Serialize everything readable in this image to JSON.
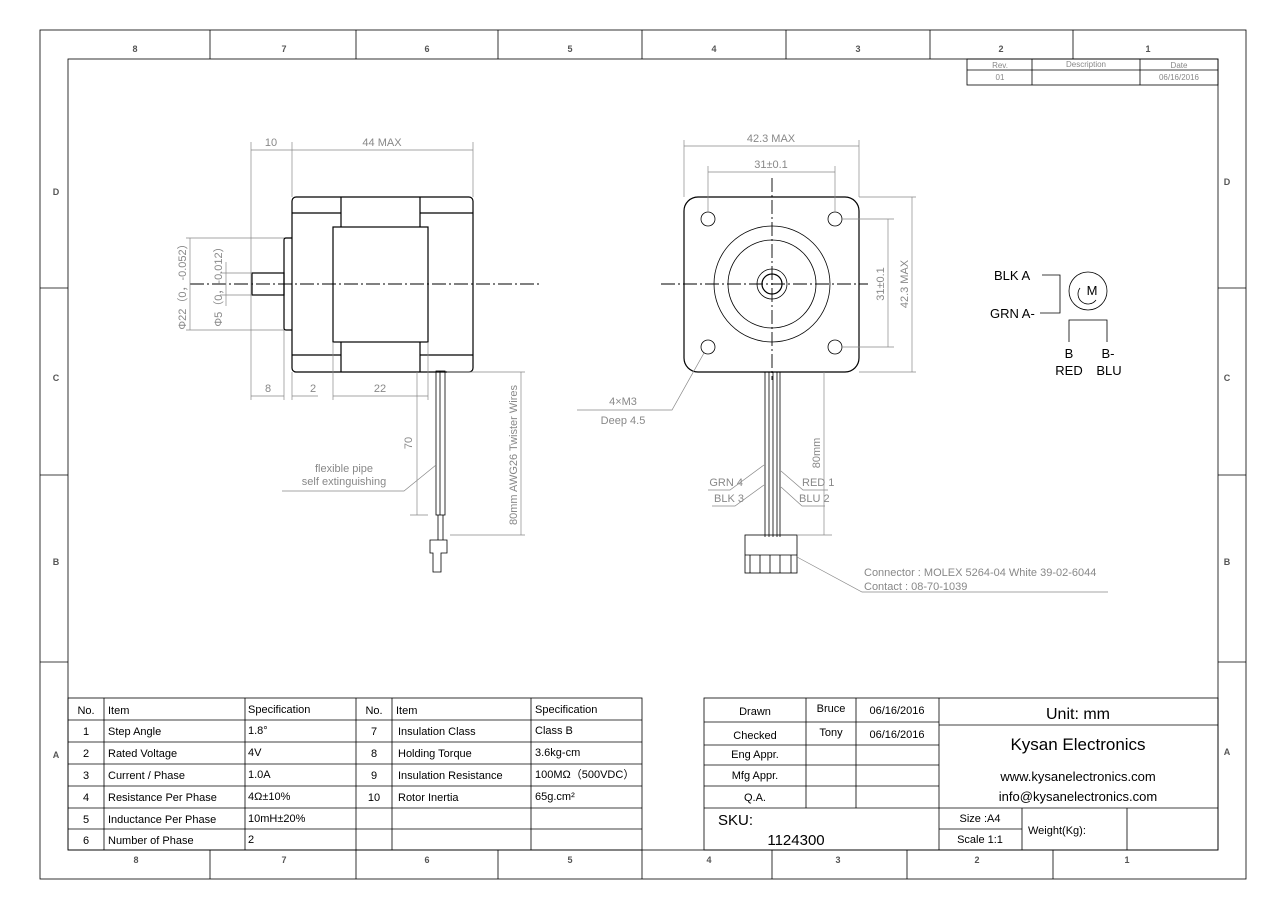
{
  "zones": {
    "columns": [
      "8",
      "7",
      "6",
      "5",
      "4",
      "3",
      "2",
      "1"
    ],
    "rows": [
      "D",
      "C",
      "B",
      "A"
    ]
  },
  "revision": {
    "headers": [
      "Rev.",
      "Description",
      "Date"
    ],
    "rev": "01",
    "description": "",
    "date": "06/16/2016"
  },
  "side_view": {
    "dim_shaft_len": "10",
    "dim_body_len": "44 MAX",
    "dim_phi22": "Φ22（0，-0.052）",
    "dim_phi5": "Φ5（0，-0.012）",
    "dim_8": "8",
    "dim_2": "2",
    "dim_22": "22",
    "dim_70": "70",
    "wire_label": "80mm AWG26 Twister Wires",
    "pipe_note_1": "flexible pipe",
    "pipe_note_2": "self  extinguishing"
  },
  "front_view": {
    "dim_width": "42.3 MAX",
    "dim_hole_spacing": "31±0.1",
    "dim_height": "42.3 MAX",
    "dim_hole_spacing_v": "31±0.1",
    "hole_note_1": "4×M3",
    "hole_note_2": "Deep 4.5",
    "dim_80": "80mm",
    "wire_grn": "GRN 4",
    "wire_blk": "BLK 3",
    "wire_red": "RED 1",
    "wire_blu": "BLU 2",
    "connector_note": "Connector :  MOLEX 5264-04  White 39-02-6044",
    "contact_note": "Contact : 08-70-1039"
  },
  "wiring": {
    "blk_a": "BLK A",
    "grn_a": "GRN A-",
    "motor": "M",
    "b": "B",
    "b_minus": "B-",
    "red": "RED",
    "blu": "BLU"
  },
  "spec_table": {
    "headers": [
      "No.",
      "Item",
      "Specification",
      "No.",
      "Item",
      "Specification"
    ],
    "left": [
      [
        "1",
        "Step Angle",
        "1.8°"
      ],
      [
        "2",
        "Rated Voltage",
        "4V"
      ],
      [
        "3",
        "Current / Phase",
        "1.0A"
      ],
      [
        "4",
        "Resistance Per Phase",
        "4Ω±10%"
      ],
      [
        "5",
        "Inductance Per Phase",
        "10mH±20%"
      ],
      [
        "6",
        "Number of Phase",
        "2"
      ]
    ],
    "right": [
      [
        "7",
        "Insulation Class",
        "Class  B"
      ],
      [
        "8",
        "Holding Torque",
        "3.6kg-cm"
      ],
      [
        "9",
        "Insulation Resistance",
        "100MΩ（500VDC）"
      ],
      [
        "10",
        "Rotor Inertia",
        "65g.cm²"
      ]
    ]
  },
  "title_block": {
    "rows": [
      [
        "Drawn",
        "Bruce",
        "06/16/2016"
      ],
      [
        "Checked",
        "Tony",
        "06/16/2016"
      ],
      [
        "Eng Appr.",
        "",
        ""
      ],
      [
        "Mfg Appr.",
        "",
        ""
      ],
      [
        "Q.A.",
        "",
        ""
      ]
    ],
    "unit": "Unit: mm",
    "company": "Kysan Electronics",
    "website": "www.kysanelectronics.com",
    "email": "info@kysanelectronics.com",
    "sku_label": "SKU:",
    "sku": "1124300",
    "size": "Size :A4",
    "scale": "Scale 1:1",
    "weight_label": "Weight(Kg):",
    "weight": ""
  }
}
